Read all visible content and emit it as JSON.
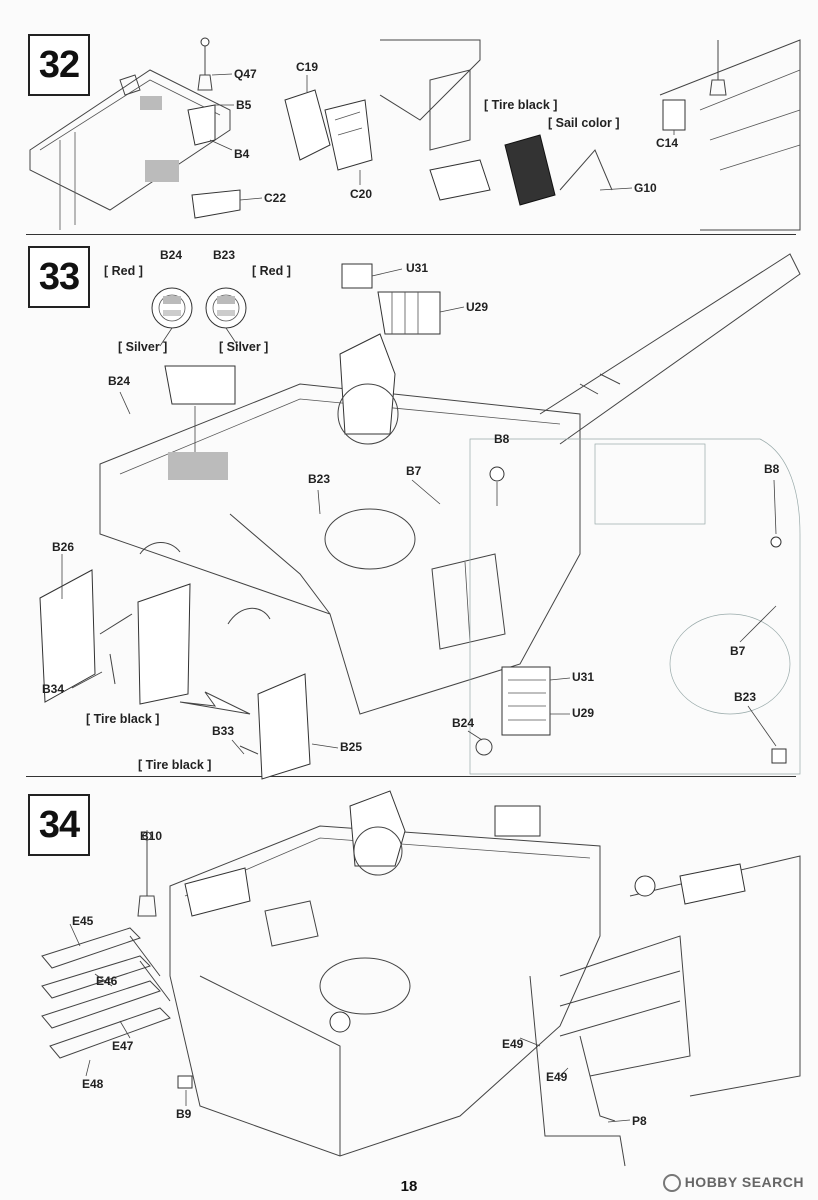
{
  "page_number": "18",
  "watermark": {
    "text": "HOBBY SEARCH",
    "icon": "hobbysearch-logo-icon"
  },
  "steps": {
    "s32": {
      "number": "32",
      "parts": [
        "Q47",
        "B5",
        "B4",
        "C22",
        "C19",
        "C20",
        "G10",
        "C14"
      ],
      "notes": {
        "tire": "[ Tire black ]",
        "sail": "[ Sail color ]"
      }
    },
    "s33": {
      "number": "33",
      "parts": [
        "B24",
        "B23",
        "U31",
        "U29",
        "B8",
        "B7",
        "B26",
        "B34",
        "B33",
        "B25"
      ],
      "notes": {
        "red_left": "[ Red ]",
        "red_right": "[ Red ]",
        "silver_left": "[ Silver ]",
        "silver_right": "[ Silver ]",
        "tire_1": "[ Tire black ]",
        "tire_2": "[ Tire black ]"
      },
      "detail_parts": [
        "B8",
        "B7",
        "U31",
        "U29",
        "B24",
        "B23"
      ]
    },
    "s34": {
      "number": "34",
      "parts": [
        "B10",
        "E45",
        "E46",
        "E47",
        "E48",
        "B9",
        "E49",
        "E49",
        "P8"
      ]
    }
  }
}
